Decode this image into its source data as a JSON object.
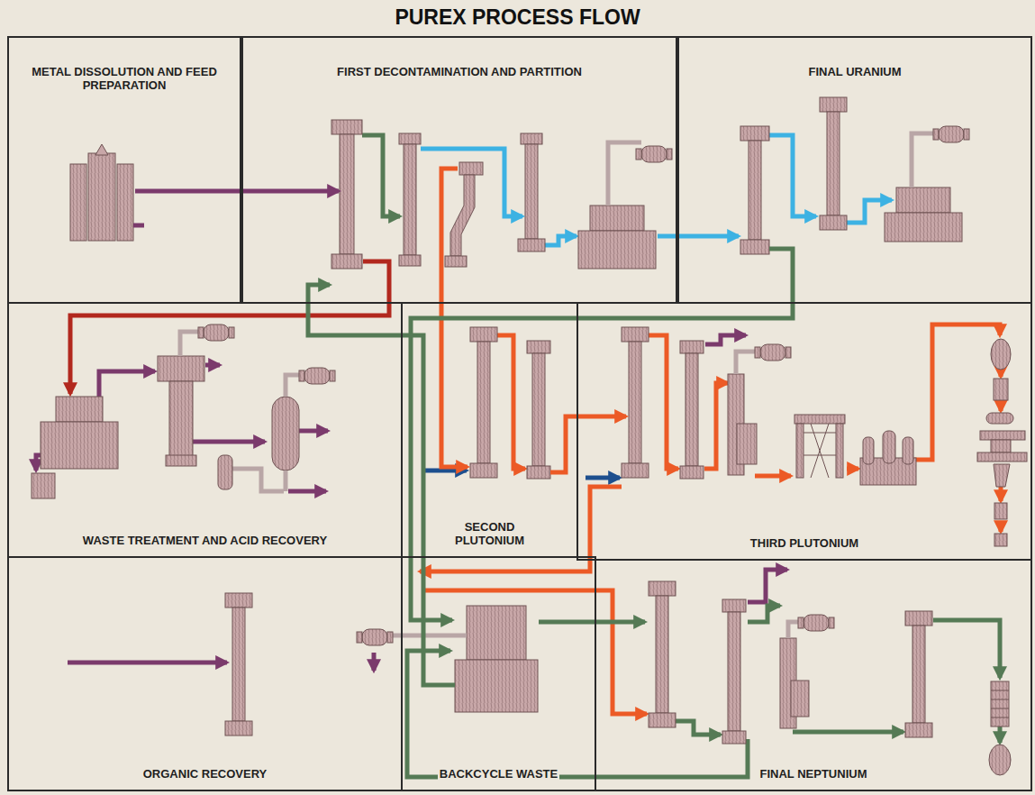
{
  "diagram": {
    "title": "PUREX PROCESS FLOW",
    "nodes": [
      {
        "text": [
          "METAL DISSOLUTION AND FEED PREPARATION"
        ]
      },
      {
        "text": [
          "FIRST DECONTAMINATION AND PARTITION"
        ]
      },
      {
        "text": [
          "FINAL URANIUM"
        ]
      },
      {
        "text": [
          "WASTE TREATMENT AND ACID RECOVERY"
        ]
      },
      {
        "text": [
          "SECOND PLUTONIUM"
        ]
      },
      {
        "text": [
          "THIRD PLUTONIUM"
        ]
      },
      {
        "text": [
          "ORGANIC RECOVERY"
        ]
      },
      {
        "text": [
          "BACKCYCLE WASTE"
        ]
      },
      {
        "text": [
          "FINAL NEPTUNIUM"
        ]
      }
    ],
    "edges": [
      {
        "from": 0,
        "to": 1,
        "arrow": "to"
      },
      {
        "from": 1,
        "to": 2,
        "arrow": "to"
      },
      {
        "from": 1,
        "to": 3,
        "arrow": "to"
      },
      {
        "from": 1,
        "to": 4,
        "arrow": "to"
      },
      {
        "from": 4,
        "to": 5,
        "arrow": "to"
      },
      {
        "from": 2,
        "to": 7,
        "arrow": "to"
      },
      {
        "from": 7,
        "to": 8,
        "arrow": "to"
      },
      {
        "from": 5,
        "to": 7,
        "arrow": "to"
      },
      {
        "from": 7,
        "to": 1,
        "arrow": "to"
      }
    ]
  }
}
